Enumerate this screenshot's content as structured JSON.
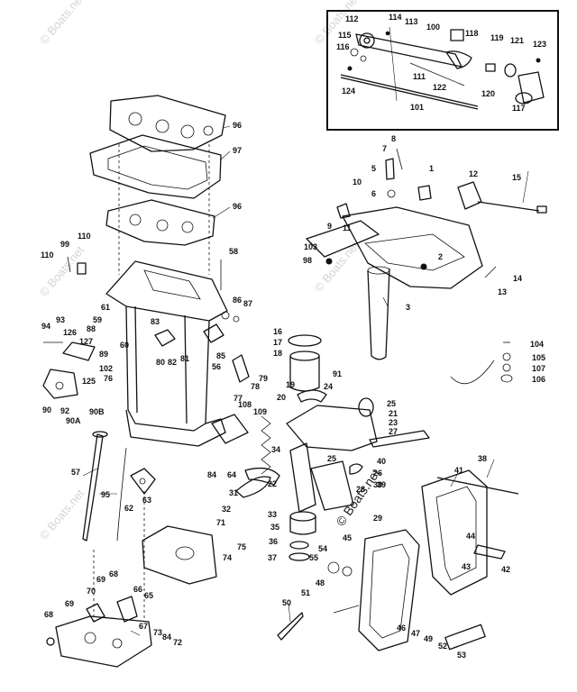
{
  "watermark": {
    "text": "© Boats.net"
  },
  "callouts": [
    {
      "id": "112",
      "label": "112"
    },
    {
      "id": "114",
      "label": "114"
    },
    {
      "id": "113",
      "label": "113"
    },
    {
      "id": "100",
      "label": "100"
    },
    {
      "id": "118",
      "label": "118"
    },
    {
      "id": "115",
      "label": "115"
    },
    {
      "id": "116",
      "label": "116"
    },
    {
      "id": "119",
      "label": "119"
    },
    {
      "id": "121",
      "label": "121"
    },
    {
      "id": "123",
      "label": "123"
    },
    {
      "id": "124",
      "label": "124"
    },
    {
      "id": "111",
      "label": "111"
    },
    {
      "id": "122",
      "label": "122"
    },
    {
      "id": "120",
      "label": "120"
    },
    {
      "id": "101",
      "label": "101"
    },
    {
      "id": "117",
      "label": "117"
    },
    {
      "id": "96a",
      "label": "96"
    },
    {
      "id": "97",
      "label": "97"
    },
    {
      "id": "96b",
      "label": "96"
    },
    {
      "id": "8",
      "label": "8"
    },
    {
      "id": "7",
      "label": "7"
    },
    {
      "id": "5",
      "label": "5"
    },
    {
      "id": "1",
      "label": "1"
    },
    {
      "id": "12",
      "label": "12"
    },
    {
      "id": "15",
      "label": "15"
    },
    {
      "id": "10",
      "label": "10"
    },
    {
      "id": "6",
      "label": "6"
    },
    {
      "id": "9",
      "label": "9"
    },
    {
      "id": "11",
      "label": "11"
    },
    {
      "id": "2",
      "label": "2"
    },
    {
      "id": "103",
      "label": "103"
    },
    {
      "id": "98",
      "label": "98"
    },
    {
      "id": "14",
      "label": "14"
    },
    {
      "id": "13",
      "label": "13"
    },
    {
      "id": "3",
      "label": "3"
    },
    {
      "id": "99",
      "label": "99"
    },
    {
      "id": "110a",
      "label": "110"
    },
    {
      "id": "110b",
      "label": "110"
    },
    {
      "id": "58",
      "label": "58"
    },
    {
      "id": "86",
      "label": "86"
    },
    {
      "id": "87",
      "label": "87"
    },
    {
      "id": "61",
      "label": "61"
    },
    {
      "id": "59",
      "label": "59"
    },
    {
      "id": "83",
      "label": "83"
    },
    {
      "id": "85",
      "label": "85"
    },
    {
      "id": "56",
      "label": "56"
    },
    {
      "id": "94",
      "label": "94"
    },
    {
      "id": "93",
      "label": "93"
    },
    {
      "id": "126",
      "label": "126"
    },
    {
      "id": "88",
      "label": "88"
    },
    {
      "id": "127",
      "label": "127"
    },
    {
      "id": "60",
      "label": "60"
    },
    {
      "id": "89",
      "label": "89"
    },
    {
      "id": "80",
      "label": "80"
    },
    {
      "id": "82",
      "label": "82"
    },
    {
      "id": "81",
      "label": "81"
    },
    {
      "id": "102",
      "label": "102"
    },
    {
      "id": "76",
      "label": "76"
    },
    {
      "id": "125",
      "label": "125"
    },
    {
      "id": "90",
      "label": "90"
    },
    {
      "id": "92",
      "label": "92"
    },
    {
      "id": "90A",
      "label": "90A"
    },
    {
      "id": "90B",
      "label": "90B"
    },
    {
      "id": "16",
      "label": "16"
    },
    {
      "id": "17",
      "label": "17"
    },
    {
      "id": "18",
      "label": "18"
    },
    {
      "id": "19",
      "label": "19"
    },
    {
      "id": "20",
      "label": "20"
    },
    {
      "id": "24",
      "label": "24"
    },
    {
      "id": "91",
      "label": "91"
    },
    {
      "id": "79",
      "label": "79"
    },
    {
      "id": "78",
      "label": "78"
    },
    {
      "id": "77",
      "label": "77"
    },
    {
      "id": "104",
      "label": "104"
    },
    {
      "id": "105",
      "label": "105"
    },
    {
      "id": "107",
      "label": "107"
    },
    {
      "id": "106",
      "label": "106"
    },
    {
      "id": "108",
      "label": "108"
    },
    {
      "id": "109",
      "label": "109"
    },
    {
      "id": "34",
      "label": "34"
    },
    {
      "id": "25a",
      "label": "25"
    },
    {
      "id": "21",
      "label": "21"
    },
    {
      "id": "23",
      "label": "23"
    },
    {
      "id": "27",
      "label": "27"
    },
    {
      "id": "25b",
      "label": "25"
    },
    {
      "id": "40",
      "label": "40"
    },
    {
      "id": "26",
      "label": "26"
    },
    {
      "id": "39",
      "label": "39"
    },
    {
      "id": "30",
      "label": "30"
    },
    {
      "id": "28",
      "label": "28"
    },
    {
      "id": "29",
      "label": "29"
    },
    {
      "id": "22",
      "label": "22"
    },
    {
      "id": "57",
      "label": "57"
    },
    {
      "id": "95",
      "label": "95"
    },
    {
      "id": "63",
      "label": "63"
    },
    {
      "id": "62",
      "label": "62"
    },
    {
      "id": "84a",
      "label": "84"
    },
    {
      "id": "64",
      "label": "64"
    },
    {
      "id": "31",
      "label": "31"
    },
    {
      "id": "32",
      "label": "32"
    },
    {
      "id": "33",
      "label": "33"
    },
    {
      "id": "35",
      "label": "35"
    },
    {
      "id": "36",
      "label": "36"
    },
    {
      "id": "37",
      "label": "37"
    },
    {
      "id": "38",
      "label": "38"
    },
    {
      "id": "41",
      "label": "41"
    },
    {
      "id": "71",
      "label": "71"
    },
    {
      "id": "75",
      "label": "75"
    },
    {
      "id": "74",
      "label": "74"
    },
    {
      "id": "44",
      "label": "44"
    },
    {
      "id": "43",
      "label": "43"
    },
    {
      "id": "42",
      "label": "42"
    },
    {
      "id": "45",
      "label": "45"
    },
    {
      "id": "54",
      "label": "54"
    },
    {
      "id": "55",
      "label": "55"
    },
    {
      "id": "69a",
      "label": "69"
    },
    {
      "id": "68a",
      "label": "68"
    },
    {
      "id": "70",
      "label": "70"
    },
    {
      "id": "66",
      "label": "66"
    },
    {
      "id": "65",
      "label": "65"
    },
    {
      "id": "69b",
      "label": "69"
    },
    {
      "id": "48",
      "label": "48"
    },
    {
      "id": "51",
      "label": "51"
    },
    {
      "id": "50",
      "label": "50"
    },
    {
      "id": "46",
      "label": "46"
    },
    {
      "id": "47",
      "label": "47"
    },
    {
      "id": "49",
      "label": "49"
    },
    {
      "id": "68b",
      "label": "68"
    },
    {
      "id": "67",
      "label": "67"
    },
    {
      "id": "73",
      "label": "73"
    },
    {
      "id": "84b",
      "label": "84"
    },
    {
      "id": "72",
      "label": "72"
    },
    {
      "id": "52",
      "label": "52"
    },
    {
      "id": "53",
      "label": "53"
    }
  ]
}
